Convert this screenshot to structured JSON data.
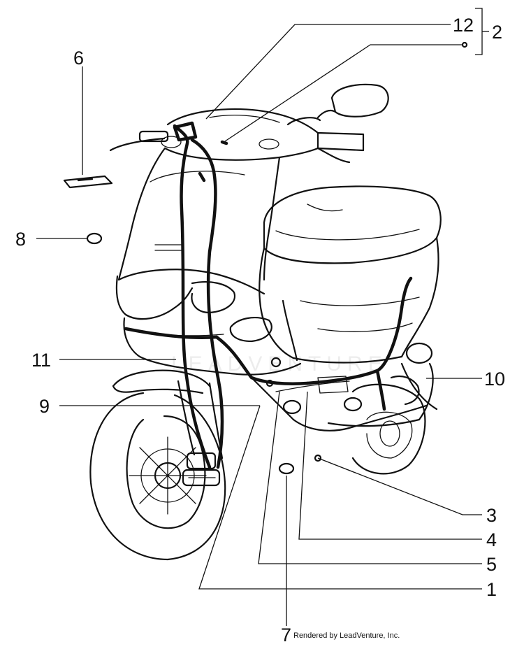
{
  "credit": "Rendered by LeadVenture, Inc.",
  "watermark": "LEADVENTURE",
  "callouts": {
    "c1": "1",
    "c2": "2",
    "c3": "3",
    "c4": "4",
    "c5": "5",
    "c6": "6",
    "c7": "7",
    "c8": "8",
    "c9": "9",
    "c10": "10",
    "c11": "11",
    "c12": "12"
  }
}
